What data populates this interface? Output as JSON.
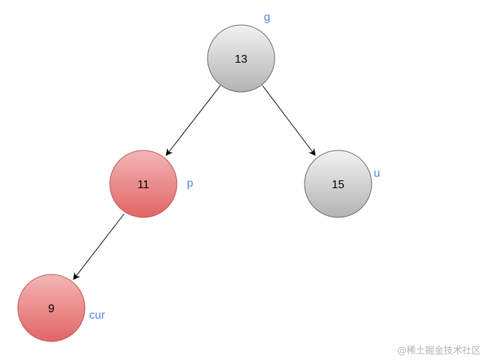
{
  "colors": {
    "gray_fill_top": "#f2f2f2",
    "gray_fill_bottom": "#b3b3b3",
    "red_fill_top": "#f3b6b6",
    "red_fill_bottom": "#e36464",
    "stroke": "#666666",
    "arrow": "#000000",
    "role_label": "#4a86e8"
  },
  "nodes": {
    "g": {
      "value": "13",
      "role": "g",
      "style": "gray"
    },
    "p": {
      "value": "11",
      "role": "p",
      "style": "red"
    },
    "u": {
      "value": "15",
      "role": "u",
      "style": "gray"
    },
    "cur": {
      "value": "9",
      "role": "cur",
      "style": "red"
    }
  },
  "edges": [
    {
      "from": "g",
      "to": "p"
    },
    {
      "from": "g",
      "to": "u"
    },
    {
      "from": "p",
      "to": "cur"
    }
  ],
  "watermark": "@稀土掘金技术社区"
}
